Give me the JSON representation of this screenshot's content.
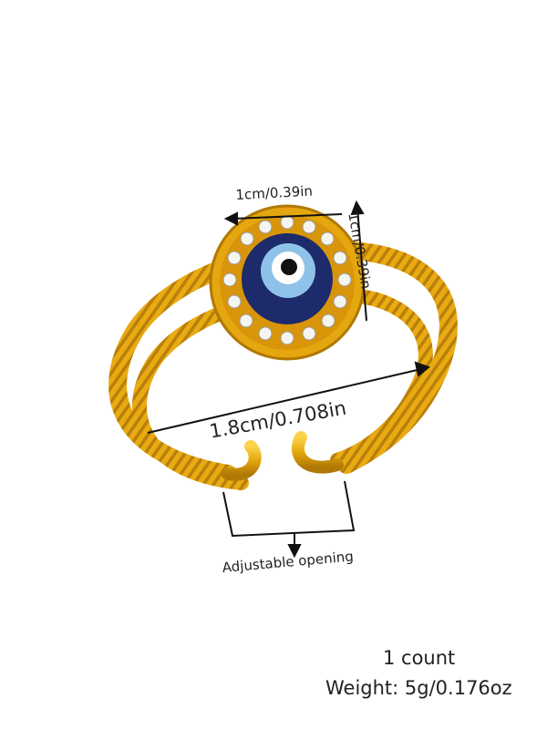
{
  "dimensions": {
    "width_label": "1cm/0.39in",
    "height_label": "1cm/0.39in",
    "diameter_label": "1.8cm/0.708in",
    "opening_label": "Adjustable opening"
  },
  "product_info": {
    "count": "1 count",
    "weight": "Weight: 5g/0.176oz"
  },
  "colors": {
    "gold": "#e5a70f",
    "gold_dark": "#b07806",
    "eye_navy": "#1d2a6b",
    "eye_light_blue": "#8fc2e8",
    "arrow": "#111111"
  }
}
